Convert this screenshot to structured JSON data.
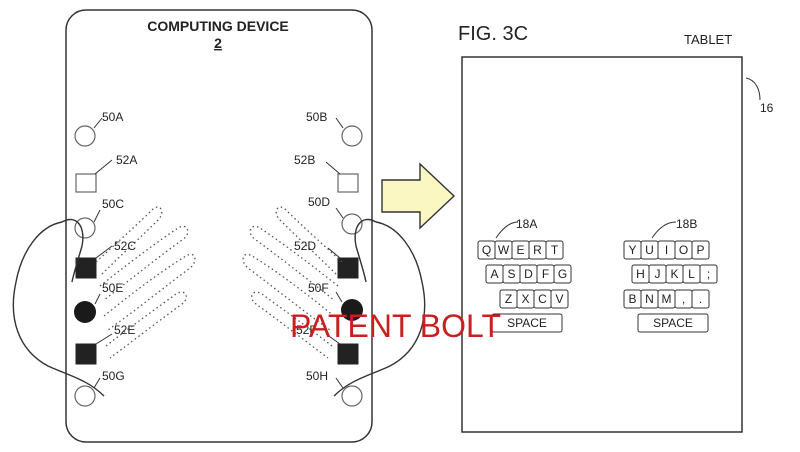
{
  "figure_label": "FIG. 3C",
  "device": {
    "title": "COMPUTING DEVICE",
    "number": "2"
  },
  "tablet": {
    "label": "TABLET",
    "ref": "16"
  },
  "refs": {
    "r50A": "50A",
    "r50B": "50B",
    "r52A": "52A",
    "r52B": "52B",
    "r50C": "50C",
    "r50D": "50D",
    "r52C": "52C",
    "r52D": "52D",
    "r50E": "50E",
    "r50F": "50F",
    "r52E": "52E",
    "r52F": "52F",
    "r50G": "50G",
    "r50H": "50H"
  },
  "keyboard_left": {
    "ref": "18A",
    "row1": [
      "Q",
      "W",
      "E",
      "R",
      "T"
    ],
    "row2": [
      "A",
      "S",
      "D",
      "F",
      "G"
    ],
    "row3": [
      "Z",
      "X",
      "C",
      "V"
    ],
    "space": "SPACE"
  },
  "keyboard_right": {
    "ref": "18B",
    "row1": [
      "Y",
      "U",
      "I",
      "O",
      "P"
    ],
    "row2": [
      "H",
      "J",
      "K",
      "L",
      ";"
    ],
    "row3": [
      "B",
      "N",
      "M",
      ",",
      "."
    ],
    "space": "SPACE"
  },
  "watermark": "PATENT BOLT",
  "colors": {
    "line": "#333333",
    "arrow_fill": "#fbf7c2",
    "watermark": "#c82020"
  }
}
